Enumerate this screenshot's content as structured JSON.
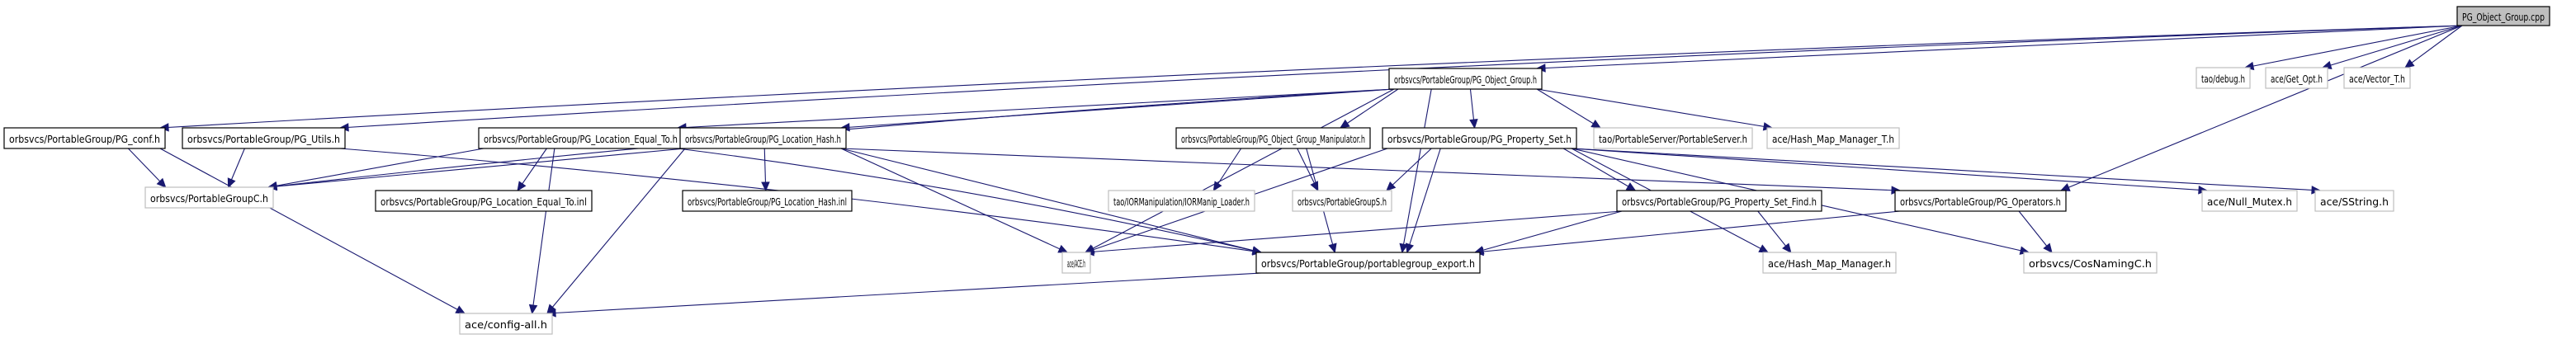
{
  "title": "PG_Object_Group.cpp include dependency graph",
  "colors": {
    "edge": "#191970",
    "documented_border": "#000000",
    "external_border": "#bfbfbf",
    "root_fill": "#bfbfbf"
  },
  "nodes": [
    {
      "id": "root",
      "label": "PG_Object_Group.cpp",
      "kind": "root"
    },
    {
      "id": "pgobjgrp_h",
      "label": "orbsvcs/PortableGroup/PG_Object_Group.h",
      "kind": "doc"
    },
    {
      "id": "debug",
      "label": "tao/debug.h",
      "kind": "ext"
    },
    {
      "id": "getopt",
      "label": "ace/Get_Opt.h",
      "kind": "ext"
    },
    {
      "id": "vector",
      "label": "ace/Vector_T.h",
      "kind": "ext"
    },
    {
      "id": "conf",
      "label": "orbsvcs/PortableGroup/PG_conf.h",
      "kind": "doc"
    },
    {
      "id": "utils",
      "label": "orbsvcs/PortableGroup/PG_Utils.h",
      "kind": "doc"
    },
    {
      "id": "loceq",
      "label": "orbsvcs/PortableGroup/PG_Location_Equal_To.h",
      "kind": "doc"
    },
    {
      "id": "lochash",
      "label": "orbsvcs/PortableGroup/PG_Location_Hash.h",
      "kind": "doc"
    },
    {
      "id": "manip",
      "label": "orbsvcs/PortableGroup/PG_Object_Group_Manipulator.h",
      "kind": "doc"
    },
    {
      "id": "propset",
      "label": "orbsvcs/PortableGroup/PG_Property_Set.h",
      "kind": "doc"
    },
    {
      "id": "portserver",
      "label": "tao/PortableServer/PortableServer.h",
      "kind": "ext"
    },
    {
      "id": "hashmapT",
      "label": "ace/Hash_Map_Manager_T.h",
      "kind": "ext"
    },
    {
      "id": "pgc",
      "label": "orbsvcs/PortableGroupC.h",
      "kind": "ext"
    },
    {
      "id": "loceqinl",
      "label": "orbsvcs/PortableGroup/PG_Location_Equal_To.inl",
      "kind": "doc"
    },
    {
      "id": "lochashinl",
      "label": "orbsvcs/PortableGroup/PG_Location_Hash.inl",
      "kind": "doc"
    },
    {
      "id": "iormanip",
      "label": "tao/IORManipulation/IORManip_Loader.h",
      "kind": "ext"
    },
    {
      "id": "pgs",
      "label": "orbsvcs/PortableGroupS.h",
      "kind": "ext"
    },
    {
      "id": "propfind",
      "label": "orbsvcs/PortableGroup/PG_Property_Set_Find.h",
      "kind": "doc"
    },
    {
      "id": "operators",
      "label": "orbsvcs/PortableGroup/PG_Operators.h",
      "kind": "doc"
    },
    {
      "id": "nullmutex",
      "label": "ace/Null_Mutex.h",
      "kind": "ext"
    },
    {
      "id": "sstring",
      "label": "ace/SString.h",
      "kind": "ext"
    },
    {
      "id": "ace",
      "label": "ace/ACE.h",
      "kind": "ext"
    },
    {
      "id": "export",
      "label": "orbsvcs/PortableGroup/portablegroup_export.h",
      "kind": "doc"
    },
    {
      "id": "hashmap",
      "label": "ace/Hash_Map_Manager.h",
      "kind": "ext"
    },
    {
      "id": "cosnaming",
      "label": "orbsvcs/CosNamingC.h",
      "kind": "ext"
    },
    {
      "id": "configall",
      "label": "ace/config-all.h",
      "kind": "ext"
    }
  ],
  "edges": [
    [
      "root",
      "pgobjgrp_h"
    ],
    [
      "root",
      "debug"
    ],
    [
      "root",
      "getopt"
    ],
    [
      "root",
      "vector"
    ],
    [
      "root",
      "conf"
    ],
    [
      "root",
      "utils"
    ],
    [
      "root",
      "operators"
    ],
    [
      "pgobjgrp_h",
      "loceq"
    ],
    [
      "pgobjgrp_h",
      "lochash"
    ],
    [
      "pgobjgrp_h",
      "manip"
    ],
    [
      "pgobjgrp_h",
      "propset"
    ],
    [
      "pgobjgrp_h",
      "portserver"
    ],
    [
      "pgobjgrp_h",
      "hashmapT"
    ],
    [
      "pgobjgrp_h",
      "pgc"
    ],
    [
      "pgobjgrp_h",
      "ace"
    ],
    [
      "pgobjgrp_h",
      "export"
    ],
    [
      "conf",
      "pgc"
    ],
    [
      "conf",
      "configall"
    ],
    [
      "utils",
      "pgc"
    ],
    [
      "utils",
      "export"
    ],
    [
      "loceq",
      "pgc"
    ],
    [
      "loceq",
      "loceqinl"
    ],
    [
      "loceq",
      "export"
    ],
    [
      "loceq",
      "configall"
    ],
    [
      "lochash",
      "pgc"
    ],
    [
      "lochash",
      "lochashinl"
    ],
    [
      "lochash",
      "export"
    ],
    [
      "lochash",
      "ace"
    ],
    [
      "lochash",
      "configall"
    ],
    [
      "lochash",
      "operators"
    ],
    [
      "manip",
      "iormanip"
    ],
    [
      "manip",
      "pgs"
    ],
    [
      "manip",
      "export"
    ],
    [
      "propset",
      "pgs"
    ],
    [
      "propset",
      "propfind"
    ],
    [
      "propset",
      "export"
    ],
    [
      "propset",
      "nullmutex"
    ],
    [
      "propset",
      "sstring"
    ],
    [
      "propset",
      "hashmap"
    ],
    [
      "propset",
      "cosnaming"
    ],
    [
      "propset",
      "ace"
    ],
    [
      "propfind",
      "export"
    ],
    [
      "propfind",
      "hashmap"
    ],
    [
      "propfind",
      "ace"
    ],
    [
      "operators",
      "cosnaming"
    ],
    [
      "operators",
      "export"
    ],
    [
      "export",
      "configall"
    ]
  ]
}
